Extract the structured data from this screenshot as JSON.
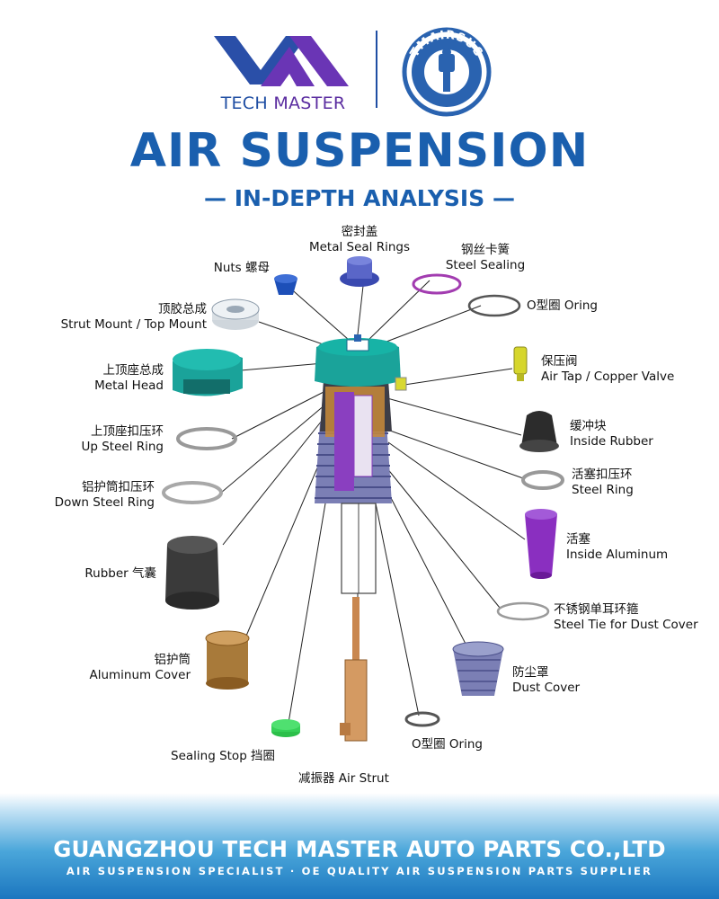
{
  "header": {
    "brand_tech": "TECH",
    "brand_master": "MASTER",
    "seal_text": "TMAIRSUS",
    "title": "AIR SUSPENSION",
    "subtitle": "— IN-DEPTH ANALYSIS —"
  },
  "parts": {
    "nuts": {
      "text": "Nuts 螺母"
    },
    "metal_seal_rings": {
      "cn": "密封盖",
      "en": "Metal Seal Rings"
    },
    "steel_sealing": {
      "cn": "钢丝卡簧",
      "en": "Steel Sealing"
    },
    "oring_top": {
      "text": "O型圈 Oring"
    },
    "strut_mount": {
      "cn": "顶胶总成",
      "en": "Strut Mount / Top Mount"
    },
    "metal_head": {
      "cn": "上顶座总成",
      "en": "Metal Head"
    },
    "air_tap": {
      "cn": "保压阀",
      "en": "Air Tap / Copper Valve"
    },
    "up_steel_ring": {
      "cn": "上顶座扣压环",
      "en": "Up Steel Ring"
    },
    "inside_rubber": {
      "cn": "缓冲块",
      "en": "Inside Rubber"
    },
    "down_steel_ring": {
      "cn": "铝护筒扣压环",
      "en": "Down Steel Ring"
    },
    "piston_steel_ring": {
      "cn": "活塞扣压环",
      "en": "Steel Ring"
    },
    "inside_aluminum": {
      "cn": "活塞",
      "en": "Inside Aluminum"
    },
    "rubber": {
      "text": "Rubber 气囊"
    },
    "steel_tie": {
      "cn": "不锈钢单耳环箍",
      "en": "Steel Tie for Dust Cover"
    },
    "aluminum_cover": {
      "cn": "铝护筒",
      "en": "Aluminum Cover"
    },
    "dust_cover": {
      "cn": "防尘罩",
      "en": "Dust Cover"
    },
    "oring_bottom": {
      "text": "O型圈 Oring"
    },
    "sealing_stop": {
      "text": "Sealing Stop 挡圈"
    },
    "air_strut": {
      "text": "减振器 Air Strut"
    }
  },
  "footer": {
    "company": "GUANGZHOU TECH MASTER AUTO PARTS CO.,LTD",
    "tagline": "AIR SUSPENSION SPECIALIST · OE QUALITY AIR SUSPENSION PARTS SUPPLIER"
  },
  "colors": {
    "brand_blue": "#1a5fae",
    "brand_purple": "#5a2ca0",
    "teal": "#1aa39a",
    "purple_part": "#7a2fb0",
    "copper": "#c9874f"
  }
}
